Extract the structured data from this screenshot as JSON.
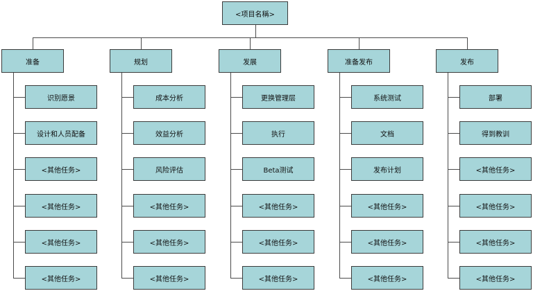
{
  "root": {
    "label": "<项目名稱>"
  },
  "phases": [
    {
      "label": "准备",
      "tasks": [
        "识别愿景",
        "设计和人员配备",
        "<其他任务>",
        "<其他任务>",
        "<其他任务>",
        "<其他任务>"
      ]
    },
    {
      "label": "规划",
      "tasks": [
        "成本分析",
        "效益分析",
        "风险评估",
        "<其他任务>",
        "<其他任务>",
        "<其他任务>"
      ]
    },
    {
      "label": "发展",
      "tasks": [
        "更换管理层",
        "执行",
        "Beta测试",
        "<其他任务>",
        "<其他任务>",
        "<其他任务>"
      ]
    },
    {
      "label": "准备发布",
      "tasks": [
        "系统测试",
        "文档",
        "发布计划",
        "<其他任务>",
        "<其他任务>",
        "<其他任务>"
      ]
    },
    {
      "label": "发布",
      "tasks": [
        "部署",
        "得到教训",
        "<其他任务>",
        "<其他任务>",
        "<其他任务>",
        "<其他任务>"
      ]
    }
  ]
}
